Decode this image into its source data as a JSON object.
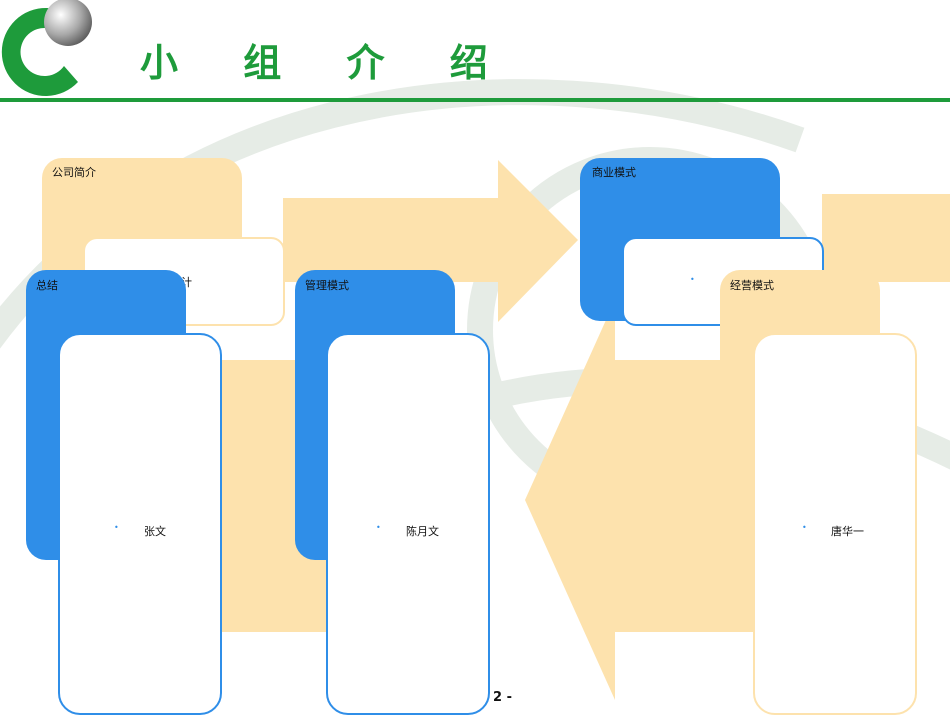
{
  "title": "小 组 介 绍",
  "page_number": "2 -",
  "colors": {
    "green": "#1e9b3b",
    "peach": "#fde2ad",
    "blue": "#2f8ee8"
  },
  "logo": {
    "name": "green-c-logo-icon"
  },
  "cards": {
    "company_intro": {
      "label": "公司简介",
      "partial_text": "计"
    },
    "business_model": {
      "label": "商业模式"
    },
    "summary": {
      "label": "总结",
      "bullet": "•",
      "person": "张文"
    },
    "management_model": {
      "label": "管理模式",
      "bullet": "•",
      "person": "陈月文"
    },
    "operation_model": {
      "label": "经营模式",
      "bullet": "•",
      "person": "唐华一"
    }
  }
}
